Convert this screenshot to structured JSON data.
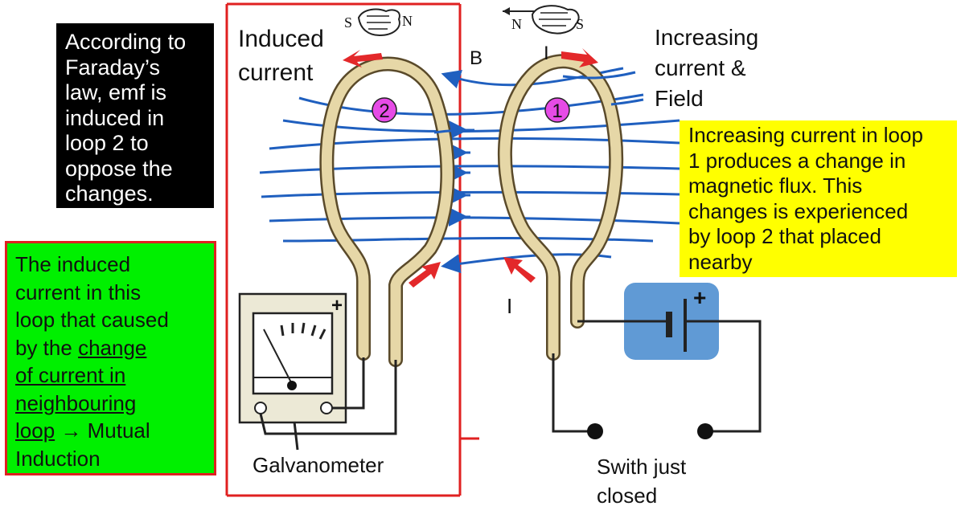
{
  "black_box": {
    "text_lines": [
      "According to",
      "Faraday’s",
      "law, emf is",
      "induced in",
      "loop 2 to",
      "oppose the",
      "changes."
    ]
  },
  "yellow_box": {
    "text_lines": [
      "Increasing current in loop",
      "1 produces a change in",
      "magnetic flux. This",
      "changes is experienced",
      "by loop 2 that placed",
      "nearby"
    ]
  },
  "green_box": {
    "line_1": "The induced",
    "line_2": "current in this",
    "line_3": "loop that caused",
    "line_4_prefix": "by the ",
    "line_4_link": "change",
    "line_5": "of current in",
    "line_6": "neighbouring",
    "line_7_link": "loop",
    "line_7_suffix": " → Mutual",
    "line_8": "Induction"
  },
  "labels": {
    "induced_current_line1": "Induced",
    "induced_current_line2": "current",
    "increasing_line1": "Increasing",
    "increasing_line2": "current &",
    "increasing_line3": "Field",
    "field_symbol": "B",
    "current_top": "I",
    "current_bottom": "I",
    "loop_2_number": "2",
    "loop_1_number": "1",
    "galvanometer": "Galvanometer",
    "switch_line1": "Swith just",
    "switch_line2": "closed",
    "battery_plus": "+",
    "meter_plus": "+",
    "magnet_left_s": "S",
    "magnet_left_n": "N",
    "magnet_right_n": "N",
    "magnet_right_s": "S"
  },
  "colors": {
    "field_lines": "#1f5fbf",
    "loop_wire": "#e6d7a7",
    "loop_outline": "#5a4a2a",
    "arrows": "#e3282a",
    "highlight_box_border": "#e02020",
    "number_badge": "#e64be6",
    "battery": "#4f8fd0"
  }
}
